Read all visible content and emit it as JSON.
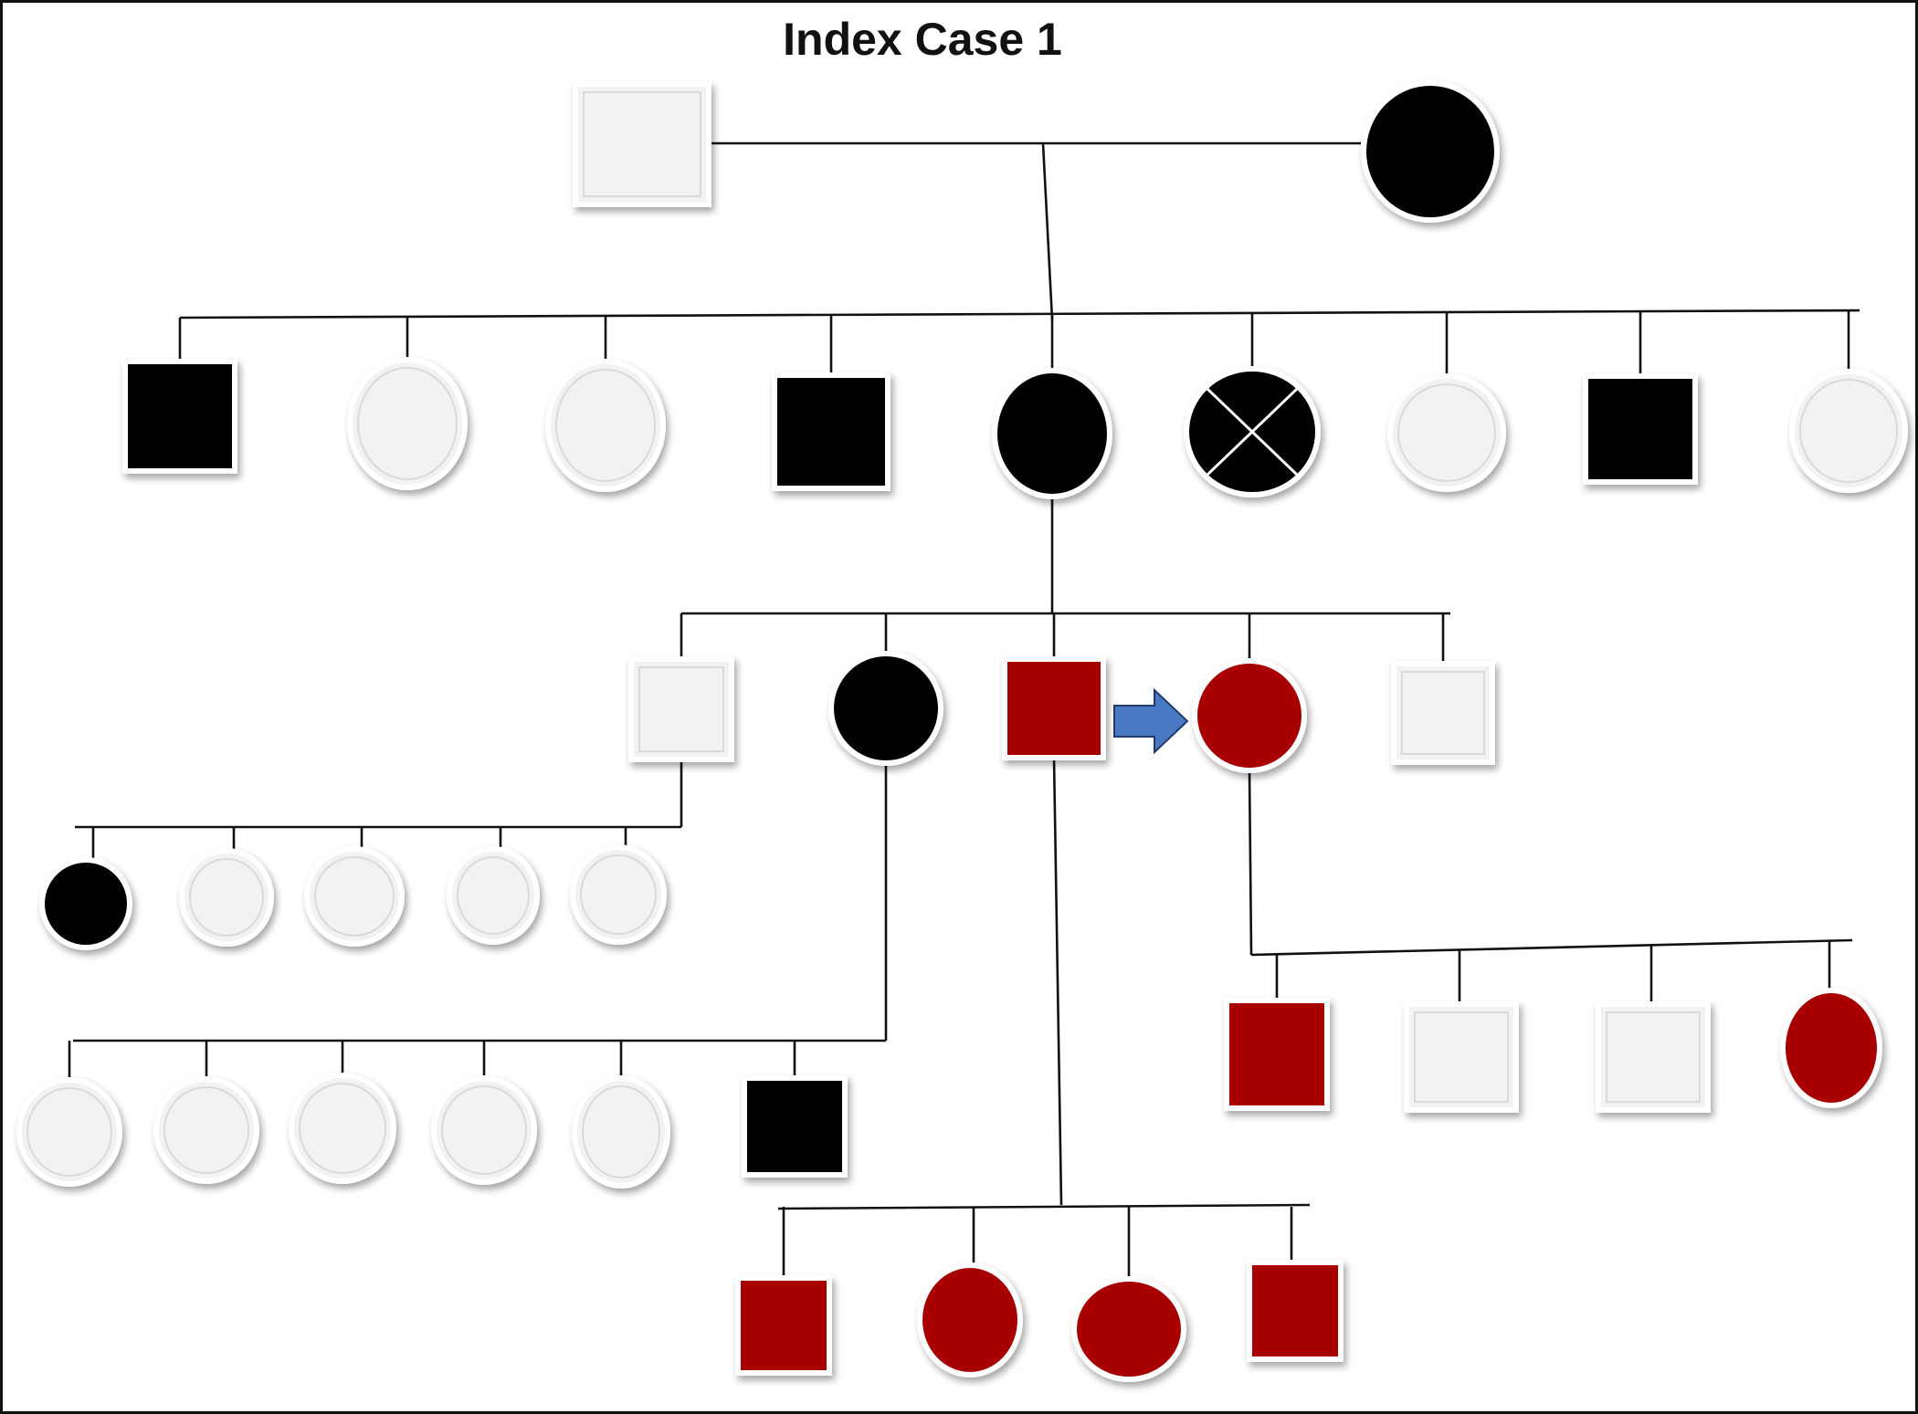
{
  "title": "Index Case 1",
  "colors": {
    "line": "#111111",
    "affected": "#000000",
    "red": "#a80000",
    "unaffected": "#f2f2f2",
    "arrow": "#4a79c4",
    "arrow_outline": "#1f3b6b"
  },
  "legend_states": [
    "unaffected",
    "affected",
    "red",
    "deceased"
  ],
  "pedigree": {
    "generation_1": [
      {
        "id": "g1-father",
        "sex": "male",
        "status": "unaffected"
      },
      {
        "id": "g1-mother",
        "sex": "female",
        "status": "affected"
      }
    ],
    "generation_2": [
      {
        "id": "g2-1",
        "sex": "male",
        "status": "affected"
      },
      {
        "id": "g2-2",
        "sex": "female",
        "status": "unaffected"
      },
      {
        "id": "g2-3",
        "sex": "female",
        "status": "unaffected"
      },
      {
        "id": "g2-4",
        "sex": "male",
        "status": "affected"
      },
      {
        "id": "g2-5",
        "sex": "female",
        "status": "affected"
      },
      {
        "id": "g2-6",
        "sex": "female",
        "status": "deceased"
      },
      {
        "id": "g2-7",
        "sex": "female",
        "status": "unaffected"
      },
      {
        "id": "g2-8",
        "sex": "male",
        "status": "affected"
      },
      {
        "id": "g2-9",
        "sex": "female",
        "status": "unaffected"
      }
    ],
    "generation_3": [
      {
        "id": "g3-1",
        "sex": "male",
        "status": "unaffected"
      },
      {
        "id": "g3-2",
        "sex": "female",
        "status": "affected"
      },
      {
        "id": "g3-3",
        "sex": "male",
        "status": "red"
      },
      {
        "id": "g3-4",
        "sex": "female",
        "status": "red",
        "proband": true
      },
      {
        "id": "g3-5",
        "sex": "male",
        "status": "unaffected"
      }
    ],
    "generation_4_of_g3_1": [
      {
        "sex": "female",
        "status": "affected"
      },
      {
        "sex": "female",
        "status": "unaffected"
      },
      {
        "sex": "female",
        "status": "unaffected"
      },
      {
        "sex": "female",
        "status": "unaffected"
      },
      {
        "sex": "female",
        "status": "unaffected"
      }
    ],
    "generation_4_of_g3_2": [
      {
        "sex": "female",
        "status": "unaffected"
      },
      {
        "sex": "female",
        "status": "unaffected"
      },
      {
        "sex": "female",
        "status": "unaffected"
      },
      {
        "sex": "female",
        "status": "unaffected"
      },
      {
        "sex": "female",
        "status": "unaffected"
      },
      {
        "sex": "male",
        "status": "affected"
      }
    ],
    "generation_4_of_g3_3": [
      {
        "sex": "male",
        "status": "red"
      },
      {
        "sex": "female",
        "status": "red"
      },
      {
        "sex": "female",
        "status": "red"
      },
      {
        "sex": "male",
        "status": "red"
      }
    ],
    "generation_4_of_g3_4": [
      {
        "sex": "male",
        "status": "red"
      },
      {
        "sex": "male",
        "status": "unaffected"
      },
      {
        "sex": "male",
        "status": "unaffected"
      },
      {
        "sex": "female",
        "status": "red"
      }
    ]
  }
}
